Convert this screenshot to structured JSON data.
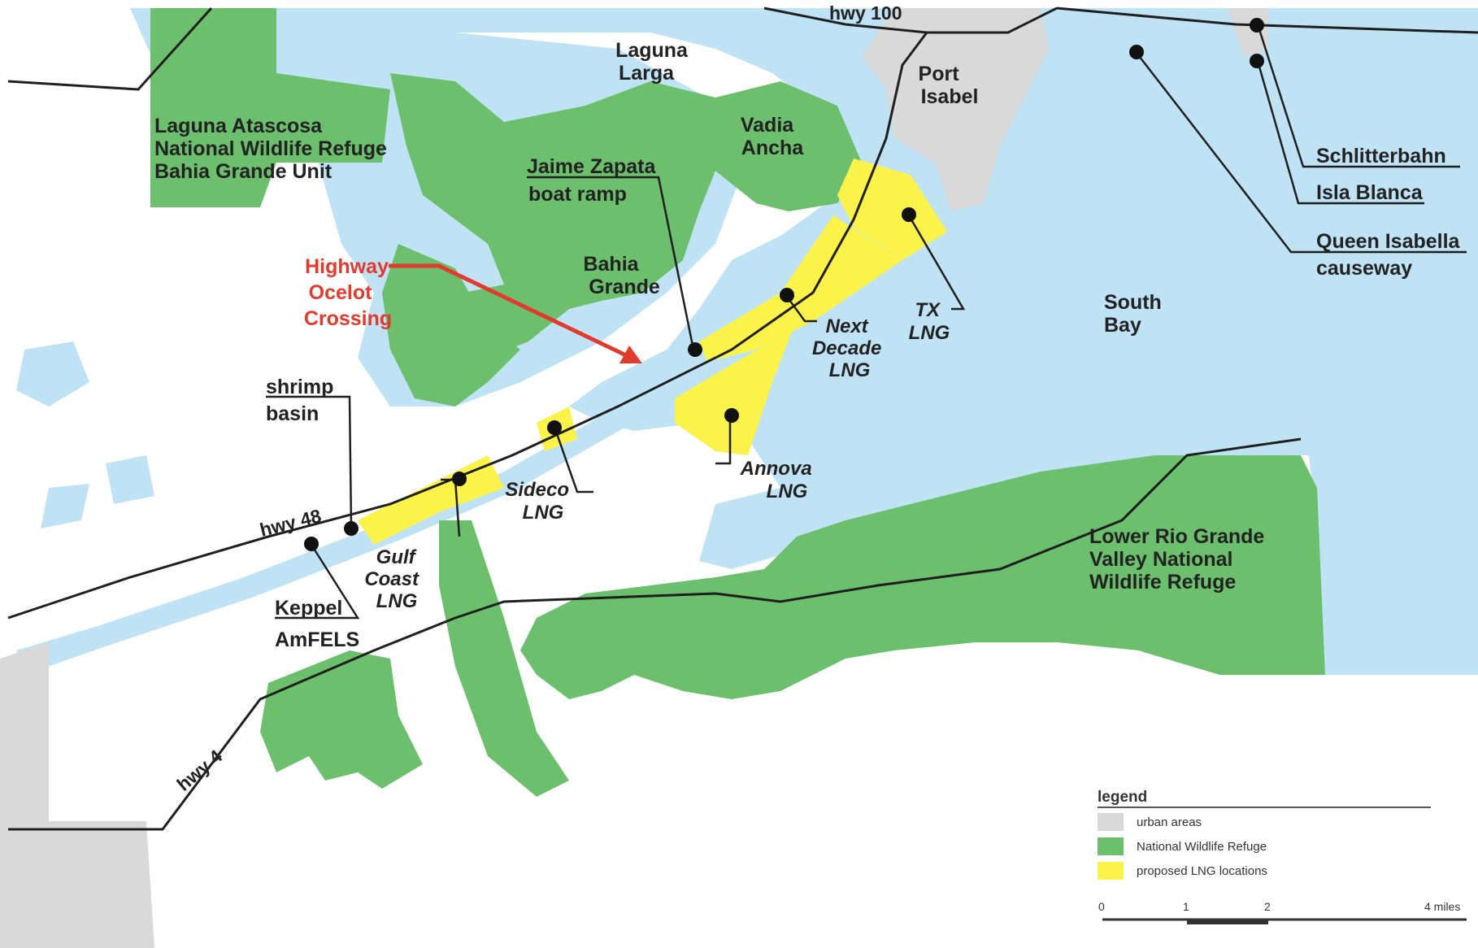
{
  "colors": {
    "water": "#bfe3f5",
    "refuge": "#6cbf6c",
    "lng": "#fbf24a",
    "urban": "#d9d9d9",
    "road": "#1f1f1f",
    "highlight": "#e23a2e"
  },
  "places": {
    "laguna_larga": [
      "Laguna",
      "Larga"
    ],
    "vadia_ancha": [
      "Vadia",
      "Ancha"
    ],
    "port_isabel": [
      "Port",
      "Isabel"
    ],
    "bahia_grande": [
      "Bahia",
      "Grande"
    ],
    "south_bay": [
      "South",
      "Bay"
    ],
    "laguna_atascosa": [
      "Laguna Atascosa",
      "National Wildlife Refuge",
      "Bahia Grande Unit"
    ],
    "lower_rio_grande": [
      "Lower Rio Grande",
      "Valley National",
      "Wildlife Refuge"
    ]
  },
  "highways": {
    "hwy100": "hwy 100",
    "hwy48": "hwy 48",
    "hwy4": "hwy 4"
  },
  "callouts": {
    "jaime_zapata": [
      "Jaime Zapata",
      "boat ramp"
    ],
    "highway_ocelot": [
      "Highway",
      "Ocelot",
      "Crossing"
    ],
    "shrimp_basin": [
      "shrimp",
      "basin"
    ],
    "keppel": [
      "Keppel",
      "AmFELS"
    ],
    "gulf_coast_lng": [
      "Gulf",
      "Coast",
      "LNG"
    ],
    "sideco_lng": [
      "Sideco",
      "LNG"
    ],
    "annova_lng": [
      "Annova",
      "LNG"
    ],
    "next_decade_lng": [
      "Next",
      "Decade",
      "LNG"
    ],
    "tx_lng": [
      "TX",
      "LNG"
    ],
    "schlitterbahn": "Schlitterbahn",
    "isla_blanca": "Isla Blanca",
    "queen_isabella": [
      "Queen Isabella",
      "causeway"
    ]
  },
  "legend": {
    "title": "legend",
    "items": [
      {
        "label": "urban areas",
        "color": "#d9d9d9"
      },
      {
        "label": "National Wildlife Refuge",
        "color": "#6cbf6c"
      },
      {
        "label": "proposed LNG locations",
        "color": "#fbf24a"
      }
    ]
  },
  "scale": {
    "ticks": [
      "0",
      "1",
      "2",
      "4 miles"
    ]
  }
}
